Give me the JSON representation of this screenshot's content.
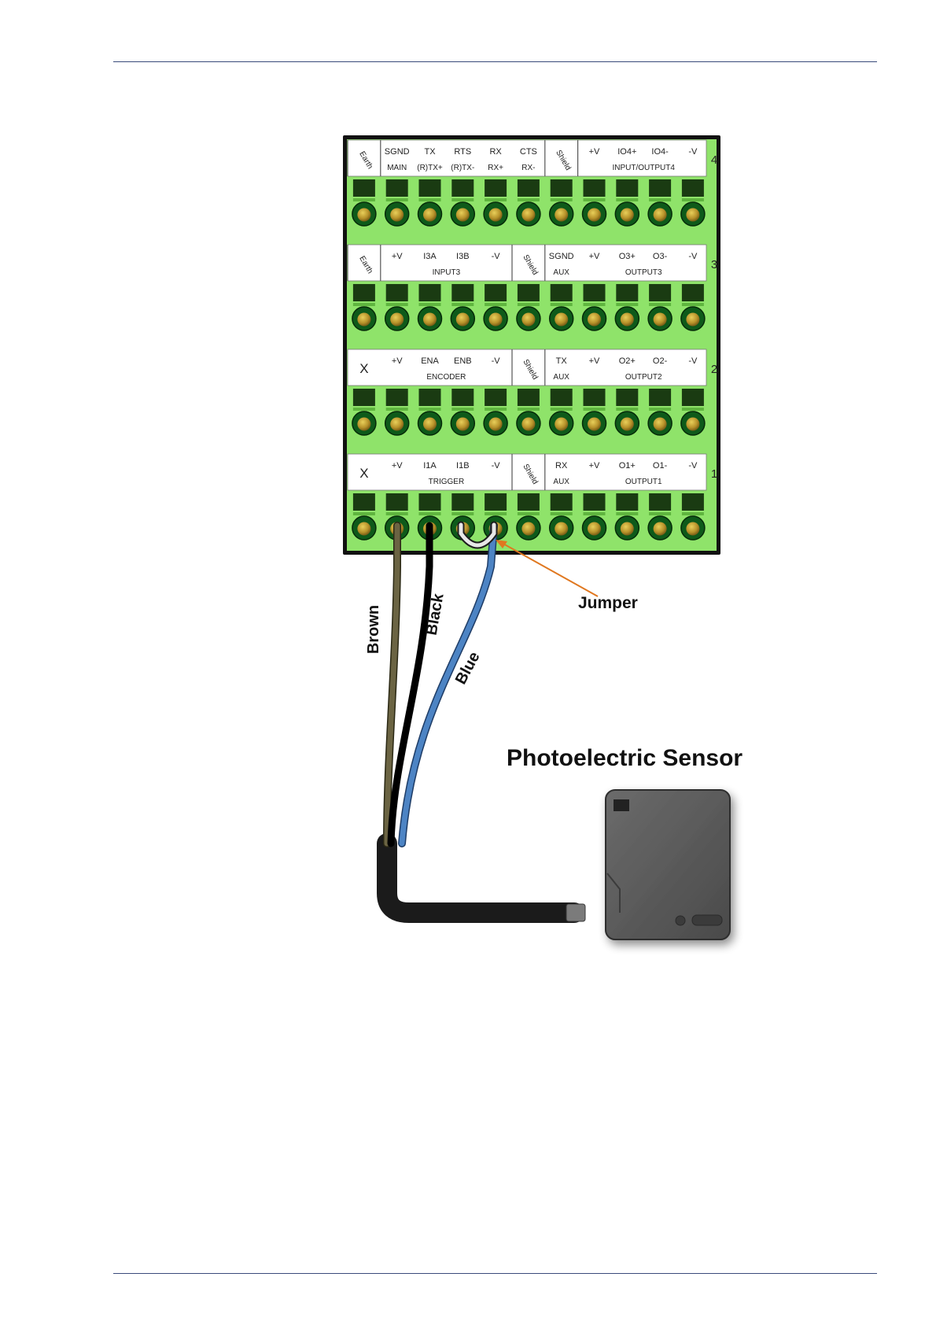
{
  "colors": {
    "terminal_green": "#8fe36a",
    "terminal_dark": "#0e5a1a",
    "brown_wire": "#6b6443",
    "black_wire": "#111111",
    "blue_wire": "#4d84c4",
    "jumper_arrow": "#e07820",
    "sensor_body": "#5a5a5a",
    "rule": "#3a4a7a"
  },
  "terminal_block": {
    "rows": [
      {
        "number": "4",
        "labels": [
          {
            "type": "rot",
            "text": "Earth"
          },
          {
            "type": "std",
            "l1": "SGND",
            "l2": "MAIN"
          },
          {
            "type": "std",
            "l1": "TX",
            "l2": "(R)TX+"
          },
          {
            "type": "std",
            "l1": "RTS",
            "l2": "(R)TX-"
          },
          {
            "type": "std",
            "l1": "RX",
            "l2": "RX+"
          },
          {
            "type": "std",
            "l1": "CTS",
            "l2": "RX-"
          },
          {
            "type": "rot",
            "text": "Shield"
          },
          {
            "type": "group",
            "span": 4,
            "tops": [
              "+V",
              "IO4+",
              "IO4-",
              "-V"
            ],
            "bottom": "INPUT/OUTPUT4"
          }
        ]
      },
      {
        "number": "3",
        "labels": [
          {
            "type": "rot",
            "text": "Earth"
          },
          {
            "type": "group",
            "span": 4,
            "tops": [
              "+V",
              "I3A",
              "I3B",
              "-V"
            ],
            "bottom": "INPUT3"
          },
          {
            "type": "rot",
            "text": "Shield"
          },
          {
            "type": "std",
            "l1": "SGND",
            "l2": "AUX"
          },
          {
            "type": "group",
            "span": 4,
            "tops": [
              "+V",
              "O3+",
              "O3-",
              "-V"
            ],
            "bottom": "OUTPUT3"
          }
        ]
      },
      {
        "number": "2",
        "labels": [
          {
            "type": "single",
            "text": "X"
          },
          {
            "type": "group",
            "span": 4,
            "tops": [
              "+V",
              "ENA",
              "ENB",
              "-V"
            ],
            "bottom": "ENCODER"
          },
          {
            "type": "rot",
            "text": "Shield"
          },
          {
            "type": "std",
            "l1": "TX",
            "l2": "AUX"
          },
          {
            "type": "group",
            "span": 4,
            "tops": [
              "+V",
              "O2+",
              "O2-",
              "-V"
            ],
            "bottom": "OUTPUT2"
          }
        ]
      },
      {
        "number": "1",
        "labels": [
          {
            "type": "single",
            "text": "X"
          },
          {
            "type": "group",
            "span": 4,
            "tops": [
              "+V",
              "I1A",
              "I1B",
              "-V"
            ],
            "bottom": "TRIGGER"
          },
          {
            "type": "rot",
            "text": "Shield"
          },
          {
            "type": "std",
            "l1": "RX",
            "l2": "AUX"
          },
          {
            "type": "group",
            "span": 4,
            "tops": [
              "+V",
              "O1+",
              "O1-",
              "-V"
            ],
            "bottom": "OUTPUT1"
          }
        ]
      }
    ]
  },
  "wires": {
    "brown": "Brown",
    "black": "Black",
    "blue": "Blue"
  },
  "jumper_label": "Jumper",
  "sensor_title": "Photoelectric Sensor"
}
